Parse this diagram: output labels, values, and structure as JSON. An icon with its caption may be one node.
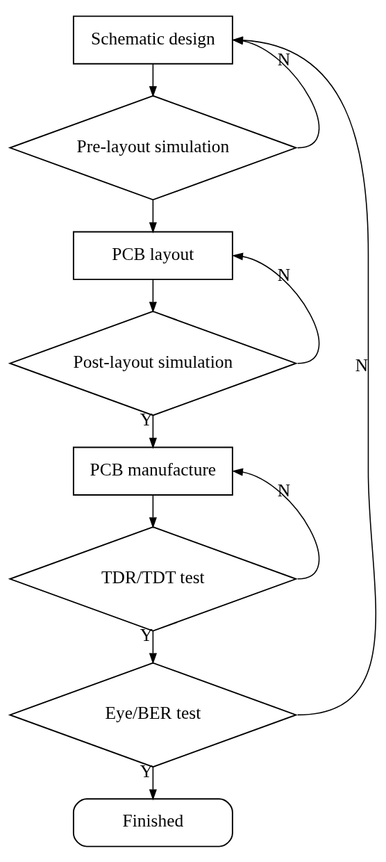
{
  "diagram": {
    "nodes": [
      {
        "text": [
          "Schematic design"
        ]
      },
      {
        "text": [
          "Pre-layout simulation"
        ]
      },
      {
        "text": [
          "PCB layout"
        ]
      },
      {
        "text": [
          "Post-layout simulation"
        ]
      },
      {
        "text": [
          "PCB manufacture"
        ]
      },
      {
        "text": [
          "TDR/TDT test"
        ]
      },
      {
        "text": [
          "Eye/BER test"
        ]
      },
      {
        "text": [
          "Finished"
        ]
      }
    ],
    "edges": [
      {
        "from": 0,
        "to": 1,
        "arrow": "to"
      },
      {
        "from": 1,
        "to": 2,
        "arrow": "to"
      },
      {
        "from": 1,
        "to": 0,
        "label": "N",
        "arrow": "to"
      },
      {
        "from": 2,
        "to": 3,
        "arrow": "to"
      },
      {
        "from": 3,
        "to": 2,
        "label": "N",
        "arrow": "to"
      },
      {
        "from": 3,
        "to": 4,
        "label": "Y",
        "arrow": "to"
      },
      {
        "from": 4,
        "to": 5,
        "arrow": "to"
      },
      {
        "from": 5,
        "to": 4,
        "label": "N",
        "arrow": "to"
      },
      {
        "from": 5,
        "to": 6,
        "label": "Y",
        "arrow": "to"
      },
      {
        "from": 6,
        "to": 0,
        "label": "N",
        "arrow": "to"
      },
      {
        "from": 6,
        "to": 7,
        "label": "Y",
        "arrow": "to"
      }
    ]
  }
}
